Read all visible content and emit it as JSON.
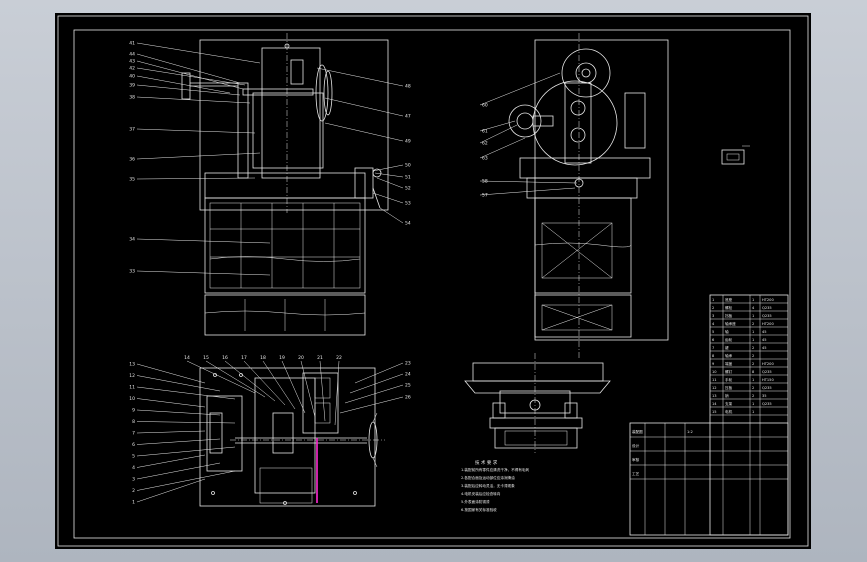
{
  "colors": {
    "page_bg": "#b8bec7",
    "sheet": "#000000",
    "lines": "#e8e8e8",
    "highlight": "#ff2ad4"
  },
  "front_view": {
    "labels_left": [
      "41",
      "44",
      "43",
      "42",
      "40",
      "39",
      "38",
      "37",
      "36",
      "35",
      "34",
      "33"
    ],
    "labels_right": [
      "48",
      "47",
      "49",
      "50",
      "51",
      "52",
      "53",
      "54"
    ]
  },
  "plan_view": {
    "labels_left": [
      "13",
      "12",
      "11",
      "10",
      "9",
      "8",
      "7",
      "6",
      "5",
      "4",
      "3",
      "2",
      "1"
    ],
    "labels_top": [
      "14",
      "15",
      "16",
      "17",
      "18",
      "19",
      "20",
      "21",
      "22"
    ],
    "labels_right": [
      "23",
      "24",
      "25",
      "26"
    ]
  },
  "side_view": {
    "labels": [
      "60",
      "61",
      "62",
      "63",
      "58",
      "57"
    ]
  },
  "notes": {
    "title": "技 术 要 求",
    "lines": [
      "1.装配前所有零件应清洗干净，不得有毛刺",
      "2.各配合面及运动部位应涂润滑油",
      "3.装配后应转动灵活，无卡滞现象",
      "4.电机安装后应检查转向",
      "5.外表面涂防锈漆",
      "6.按国家有关标准验收"
    ]
  },
  "parts_table": {
    "rows": [
      [
        "1",
        "底座",
        "1",
        "HT200"
      ],
      [
        "2",
        "螺栓",
        "4",
        "Q235"
      ],
      [
        "3",
        "挡板",
        "1",
        "Q235"
      ],
      [
        "4",
        "轴承座",
        "2",
        "HT200"
      ],
      [
        "5",
        "轴",
        "1",
        "45"
      ],
      [
        "6",
        "齿轮",
        "1",
        "45"
      ],
      [
        "7",
        "键",
        "2",
        "45"
      ],
      [
        "8",
        "轴承",
        "2",
        ""
      ],
      [
        "9",
        "端盖",
        "2",
        "HT200"
      ],
      [
        "10",
        "螺钉",
        "8",
        "Q235"
      ],
      [
        "11",
        "手轮",
        "1",
        "HT150"
      ],
      [
        "12",
        "压板",
        "2",
        "Q235"
      ],
      [
        "13",
        "销",
        "2",
        "35"
      ],
      [
        "14",
        "支架",
        "1",
        "Q235"
      ],
      [
        "15",
        "电机",
        "1",
        ""
      ]
    ]
  },
  "title_block": {
    "rows": [
      [
        "装配图",
        "",
        "",
        "1:2"
      ],
      [
        "设计",
        "",
        "",
        ""
      ],
      [
        "审核",
        "",
        "",
        ""
      ],
      [
        "工艺",
        "",
        "",
        ""
      ]
    ]
  }
}
